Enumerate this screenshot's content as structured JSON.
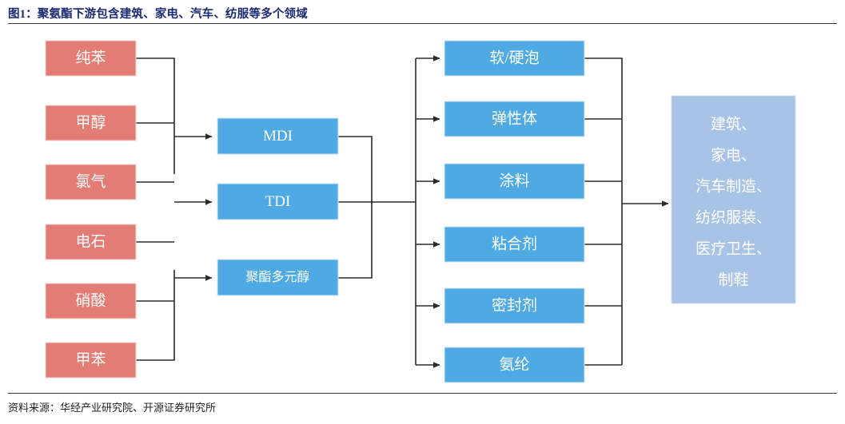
{
  "figure": {
    "title": "图1：聚氨酯下游包含建筑、家电、汽车、纺服等多个领域",
    "source": "资料来源：华经产业研究院、开源证券研究所"
  },
  "colors": {
    "raw_material": "#E27C74",
    "intermediate": "#4FAAE3",
    "product": "#4FAAE3",
    "application": "#A7C3E5",
    "connector": "#2b2b2b",
    "title": "#1b2a70",
    "box_text": "#ffffff"
  },
  "chart_data": {
    "type": "diagram",
    "title": "图1：聚氨酯下游包含建筑、家电、汽车、纺服等多个领域",
    "columns": [
      {
        "name": "raw_materials",
        "nodes": [
          "纯苯",
          "甲醇",
          "氯气",
          "电石",
          "硝酸",
          "甲苯"
        ]
      },
      {
        "name": "intermediates",
        "nodes": [
          "MDI",
          "TDI",
          "聚酯多元醇"
        ]
      },
      {
        "name": "products",
        "nodes": [
          "软/硬泡",
          "弹性体",
          "涂料",
          "粘合剂",
          "密封剂",
          "氨纶"
        ]
      },
      {
        "name": "applications",
        "nodes": [
          "建筑、家电、汽车制造、纺织服装、医疗卫生、制鞋"
        ]
      }
    ],
    "edges": [
      {
        "from": "raw_materials",
        "to": "intermediates",
        "style": "bus"
      },
      {
        "from": "intermediates",
        "to": "products",
        "style": "bus"
      },
      {
        "from": "products",
        "to": "applications",
        "style": "bus"
      }
    ]
  },
  "raw_materials": [
    {
      "label": "纯苯"
    },
    {
      "label": "甲醇"
    },
    {
      "label": "氯气"
    },
    {
      "label": "电石"
    },
    {
      "label": "硝酸"
    },
    {
      "label": "甲苯"
    }
  ],
  "intermediates": [
    {
      "label": "MDI"
    },
    {
      "label": "TDI"
    },
    {
      "label": "聚酯多元醇"
    }
  ],
  "products": [
    {
      "label": "软/硬泡"
    },
    {
      "label": "弹性体"
    },
    {
      "label": "涂料"
    },
    {
      "label": "粘合剂"
    },
    {
      "label": "密封剂"
    },
    {
      "label": "氨纶"
    }
  ],
  "application": {
    "lines": [
      "建筑、",
      "家电、",
      "汽车制造、",
      "纺织服装、",
      "医疗卫生、",
      "制鞋"
    ]
  }
}
